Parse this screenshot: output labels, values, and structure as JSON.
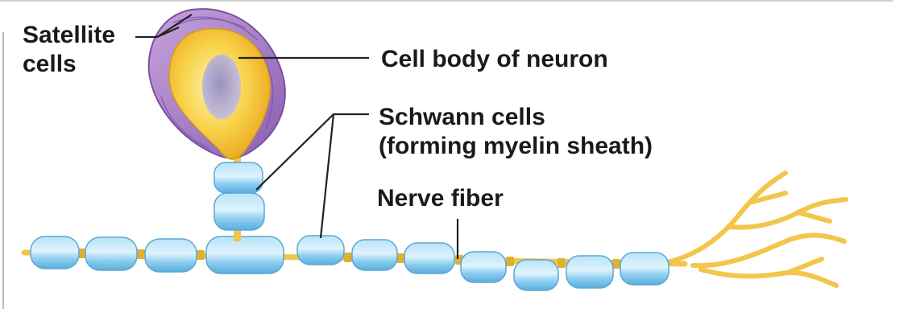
{
  "labels": {
    "satellite_cells": [
      "Satellite",
      "cells"
    ],
    "cell_body": "Cell body of neuron",
    "schwann_cells": [
      "Schwann cells",
      "(forming myelin sheath)"
    ],
    "nerve_fiber": "Nerve fiber"
  },
  "colors": {
    "satellite": "#a77cc4",
    "cell_body": "#f5c531",
    "nucleus": "#b4aed7",
    "schwann": "#7cc3ea",
    "axon": "#f2c64a",
    "leader_line": "#222222",
    "frame": "#cfcfcf"
  }
}
